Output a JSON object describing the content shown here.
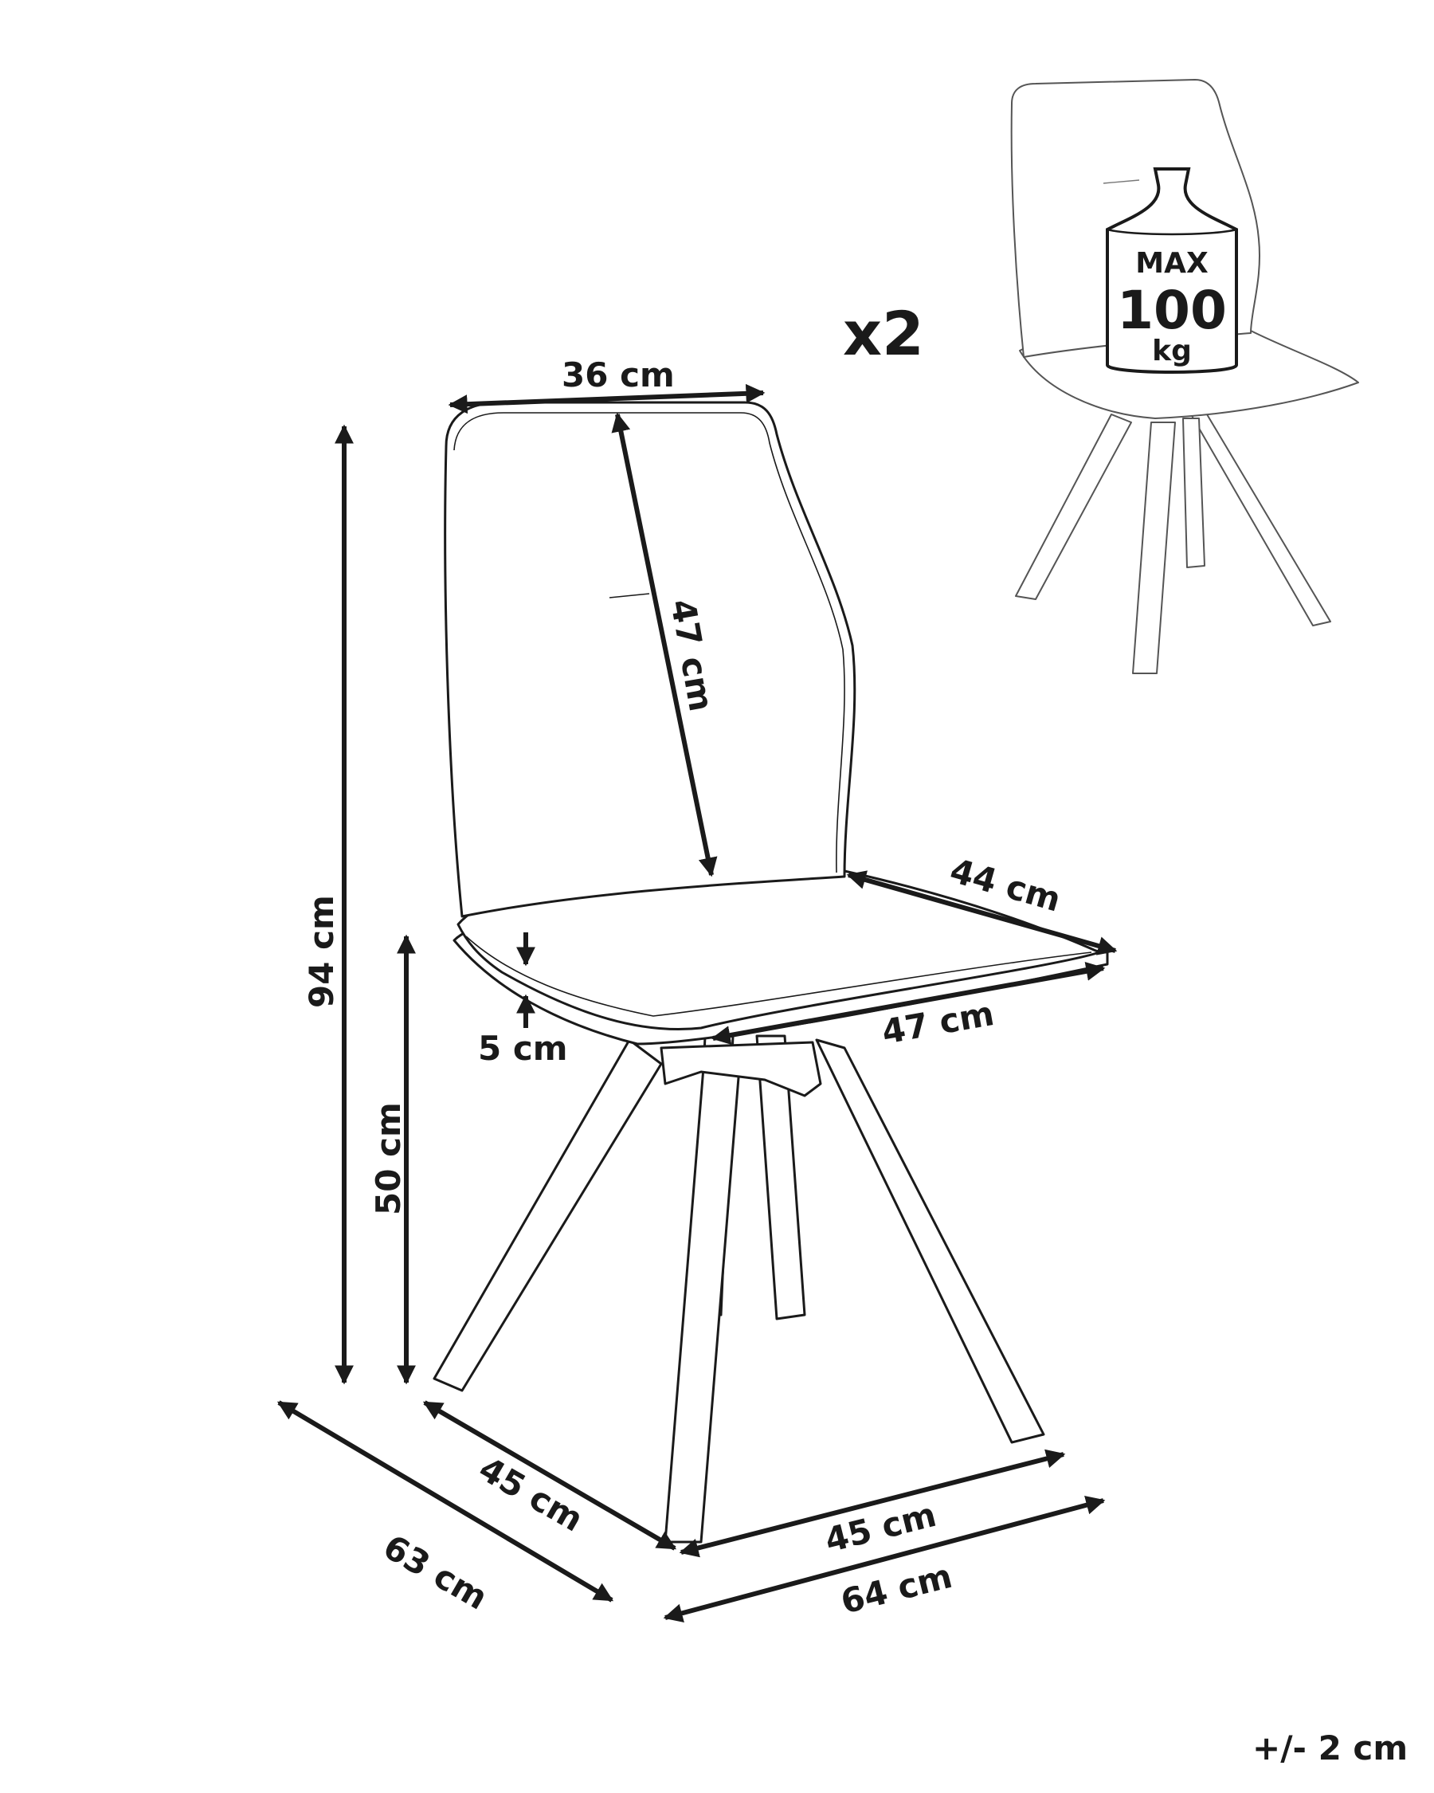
{
  "diagram": {
    "quantity": "x2",
    "weight_badge": {
      "line1": "MAX",
      "line2": "100",
      "line3": "kg"
    },
    "dimensions": {
      "backrest_width": "36 cm",
      "backrest_height": "47 cm",
      "seat_depth": "44 cm",
      "seat_width": "47 cm",
      "seat_thickness": "5 cm",
      "total_height": "94 cm",
      "seat_height": "50 cm",
      "leg_depth": "45 cm",
      "total_depth": "63 cm",
      "leg_width": "45 cm",
      "total_width": "64 cm"
    },
    "tolerance": "+/- 2 cm"
  }
}
